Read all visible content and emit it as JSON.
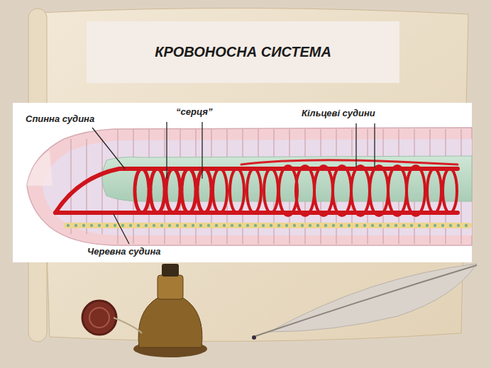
{
  "diagram": {
    "title": "КРОВОНОСНА СИСТЕМА",
    "labels": [
      "Спинна судина",
      "“серця”",
      "Кільцеві судини",
      "Черевна судина"
    ]
  }
}
